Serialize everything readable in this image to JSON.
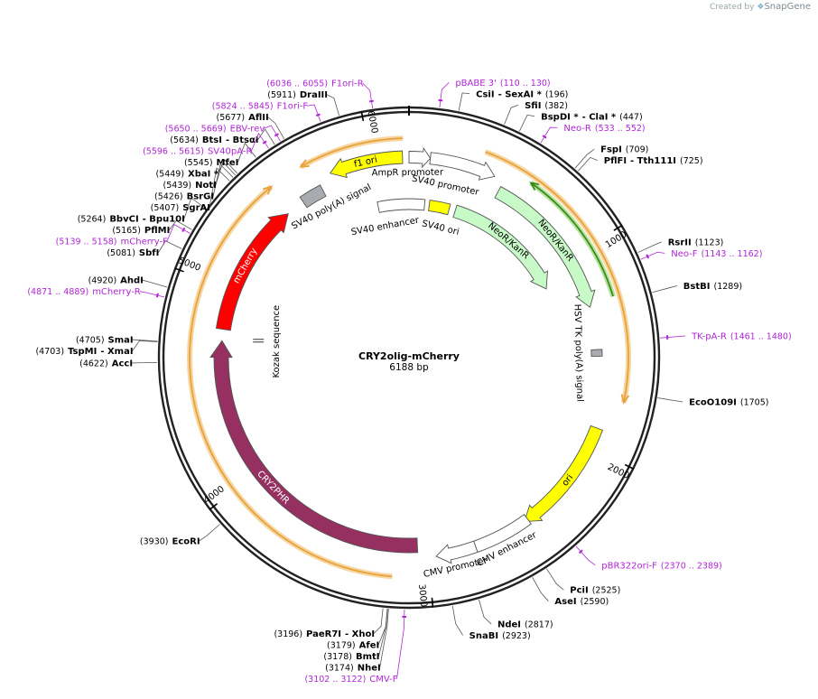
{
  "watermark": {
    "prefix": "Created by",
    "brand": "SnapGene"
  },
  "plasmid": {
    "name": "CRY2olig-mCherry",
    "size_label": "6188 bp",
    "length": 6188
  },
  "ticks": [
    {
      "pos": 1000,
      "label": "1000"
    },
    {
      "pos": 2000,
      "label": "2000"
    },
    {
      "pos": 3000,
      "label": "3000"
    },
    {
      "pos": 4000,
      "label": "4000"
    },
    {
      "pos": 5000,
      "label": "5000"
    },
    {
      "pos": 6000,
      "label": "6000"
    }
  ],
  "features": [
    {
      "id": "ampr-promoter",
      "label": "AmpR promoter",
      "start": 6188,
      "end": 105,
      "dir": 1,
      "r": 222,
      "w": 13,
      "color": "#ffffff",
      "stroke": "#555555",
      "text": "inside"
    },
    {
      "id": "sv40-promoter",
      "label": "SV40 promoter",
      "start": 105,
      "end": 435,
      "dir": 1,
      "r": 222,
      "w": 13,
      "color": "#ffffff",
      "stroke": "#555555",
      "text": "inside"
    },
    {
      "id": "neor-outer",
      "label": "NeoR/KanR",
      "start": 485,
      "end": 1280,
      "dir": 1,
      "r": 208,
      "w": 14,
      "color": "#c8fac8",
      "stroke": "#555555",
      "text": "on"
    },
    {
      "id": "sv40-enhancer",
      "label": "SV40 enhancer",
      "start": 5990,
      "end": 100,
      "dir": 0,
      "r": 170,
      "w": 12,
      "color": "#ffffff",
      "stroke": "#555555",
      "text": "none"
    },
    {
      "id": "sv40-ori",
      "label": "SV40 ori",
      "start": 130,
      "end": 260,
      "dir": 0,
      "r": 170,
      "w": 12,
      "color": "#ffff00",
      "stroke": "#555555",
      "text": "none"
    },
    {
      "id": "neor-inner",
      "label": "NeoR/KanR",
      "start": 300,
      "end": 1090,
      "dir": 1,
      "r": 170,
      "w": 14,
      "color": "#c8fac8",
      "stroke": "#555555",
      "text": "on"
    },
    {
      "id": "hsv-tk-polya",
      "label": "HSV TK poly(A) signal",
      "start": 1505,
      "end": 1540,
      "dir": 0,
      "r": 208,
      "w": 12,
      "color": "#a8acb0",
      "stroke": "#555555",
      "text": "none"
    },
    {
      "id": "ori",
      "label": "ori",
      "start": 1900,
      "end": 2490,
      "dir": 1,
      "r": 222,
      "w": 14,
      "color": "#ffff00",
      "stroke": "#555555",
      "text": "on"
    },
    {
      "id": "cmv-enhancer",
      "label": "CMV enhancer",
      "start": 2470,
      "end": 2760,
      "dir": 0,
      "r": 222,
      "w": 13,
      "color": "#ffffff",
      "stroke": "#555555",
      "text": "inside"
    },
    {
      "id": "cmv-promoter",
      "label": "CMV promoter",
      "start": 2760,
      "end": 2960,
      "dir": 1,
      "r": 222,
      "w": 13,
      "color": "#ffffff",
      "stroke": "#555555",
      "text": "inside"
    },
    {
      "id": "cry2phr",
      "label": "CRY2PHR",
      "start": 3050,
      "end": 4730,
      "dir": 1,
      "r": 208,
      "w": 16,
      "color": "#963060",
      "stroke": "#555555",
      "text": "on-white"
    },
    {
      "id": "mcherry",
      "label": "mCherry",
      "start": 4790,
      "end": 5500,
      "dir": 1,
      "r": 208,
      "w": 16,
      "color": "#ff0000",
      "stroke": "#555555",
      "text": "on-white"
    },
    {
      "id": "sv40-polya",
      "label": "SV40 poly(A) signal",
      "start": 5600,
      "end": 5720,
      "dir": 0,
      "r": 208,
      "w": 14,
      "color": "#a8acb0",
      "stroke": "#555555",
      "text": "none"
    },
    {
      "id": "f1-ori",
      "label": "f1 ori",
      "start": 5790,
      "end": 6156,
      "dir": -1,
      "r": 222,
      "w": 14,
      "color": "#ffff00",
      "stroke": "#555555",
      "text": "on"
    }
  ],
  "orfs": [
    {
      "id": "orf-neo-green",
      "start": 600,
      "end": 1260,
      "dir": -1,
      "r": 236,
      "color": "#3a8a1a"
    },
    {
      "id": "orf-big-right",
      "start": 350,
      "end": 1750,
      "dir": 1,
      "r": 243,
      "color": "#e8a23a"
    },
    {
      "id": "orf-big-left",
      "start": 3170,
      "end": 5520,
      "dir": 1,
      "r": 243,
      "color": "#e8a23a"
    },
    {
      "id": "orf-f1",
      "start": 5680,
      "end": 6160,
      "dir": -1,
      "r": 243,
      "color": "#e8a23a"
    }
  ],
  "kozak": {
    "label": "Kozak sequence",
    "pos": 4760
  },
  "inner_labels": [
    {
      "id": "lbl-ampr-promoter",
      "text": "AmpR promoter",
      "pos": 6180,
      "r": 205
    },
    {
      "id": "lbl-sv40-promoter",
      "text": "SV40 promoter",
      "pos": 205,
      "r": 195
    },
    {
      "id": "lbl-sv40-enhancer",
      "text": "SV40 enhancer",
      "pos": 6010,
      "r": 148
    },
    {
      "id": "lbl-sv40-ori",
      "text": "SV40 ori",
      "pos": 235,
      "r": 148
    },
    {
      "id": "lbl-sv40-polya",
      "text": "SV40 poly(A) signal",
      "pos": 5720,
      "r": 188
    },
    {
      "id": "lbl-hsv",
      "text": "HSV TK poly(A) signal",
      "pos": 1520,
      "r": 188
    },
    {
      "id": "lbl-cmv-enhancer",
      "text": "CMV enhancer",
      "pos": 2630,
      "r": 238
    },
    {
      "id": "lbl-cmv-promoter",
      "text": "CMV promoter",
      "pos": 2880,
      "r": 238
    }
  ],
  "sites": [
    {
      "id": "csii",
      "side": "R",
      "pos": 196,
      "name": "CsiI",
      "extra": "- SexAI *",
      "num": "(196)"
    },
    {
      "id": "sfii",
      "side": "R",
      "pos": 382,
      "name": "SfiI",
      "extra": "",
      "num": "(382)"
    },
    {
      "id": "bspdi",
      "side": "R",
      "pos": 447,
      "name": "BspDI *",
      "extra": "- ClaI *",
      "num": "(447)"
    },
    {
      "id": "fspi",
      "side": "R",
      "pos": 709,
      "name": "FspI",
      "extra": "",
      "num": "(709)"
    },
    {
      "id": "pflfi",
      "side": "R",
      "pos": 725,
      "name": "PflFI",
      "extra": "- Tth111I",
      "num": "(725)"
    },
    {
      "id": "rsrii",
      "side": "R",
      "pos": 1123,
      "name": "RsrII",
      "extra": "",
      "num": "(1123)"
    },
    {
      "id": "bstbi",
      "side": "R",
      "pos": 1289,
      "name": "BstBI",
      "extra": "",
      "num": "(1289)"
    },
    {
      "id": "ecoo109i",
      "side": "R",
      "pos": 1705,
      "name": "EcoO109I",
      "extra": "",
      "num": "(1705)"
    },
    {
      "id": "pcii",
      "side": "R",
      "pos": 2525,
      "name": "PciI",
      "extra": "",
      "num": "(2525)"
    },
    {
      "id": "asei",
      "side": "R",
      "pos": 2590,
      "name": "AseI",
      "extra": "",
      "num": "(2590)"
    },
    {
      "id": "ndei",
      "side": "R",
      "pos": 2817,
      "name": "NdeI",
      "extra": "",
      "num": "(2817)"
    },
    {
      "id": "snabi",
      "side": "R",
      "pos": 2923,
      "name": "SnaBI",
      "extra": "",
      "num": "(2923)"
    },
    {
      "id": "paer7i",
      "side": "L",
      "pos": 3196,
      "name": "PaeR7I",
      "extra": "- XhoI",
      "num": "(3196)"
    },
    {
      "id": "afei",
      "side": "L",
      "pos": 3179,
      "name": "AfeI",
      "extra": "",
      "num": "(3179)"
    },
    {
      "id": "bmti",
      "side": "L",
      "pos": 3178,
      "name": "BmtI",
      "extra": "",
      "num": "(3178)"
    },
    {
      "id": "nhei",
      "side": "L",
      "pos": 3174,
      "name": "NheI",
      "extra": "",
      "num": "(3174)"
    },
    {
      "id": "ecori",
      "side": "L",
      "pos": 3930,
      "name": "EcoRI",
      "extra": "",
      "num": "(3930)"
    },
    {
      "id": "acci",
      "side": "L",
      "pos": 4622,
      "name": "AccI",
      "extra": "",
      "num": "(4622)"
    },
    {
      "id": "tspmi",
      "side": "L",
      "pos": 4703,
      "name": "TspMI",
      "extra": "- XmaI",
      "num": "(4703)"
    },
    {
      "id": "smai",
      "side": "L",
      "pos": 4705,
      "name": "SmaI",
      "extra": "",
      "num": "(4705)"
    },
    {
      "id": "ahdi",
      "side": "L",
      "pos": 4920,
      "name": "AhdI",
      "extra": "",
      "num": "(4920)"
    },
    {
      "id": "sbfi",
      "side": "L",
      "pos": 5081,
      "name": "SbfI",
      "extra": "",
      "num": "(5081)"
    },
    {
      "id": "pflmi",
      "side": "L",
      "pos": 5165,
      "name": "PflMI",
      "extra": "",
      "num": "(5165)"
    },
    {
      "id": "bbvci",
      "side": "L",
      "pos": 5264,
      "name": "BbvCI",
      "extra": "- Bpu10I",
      "num": "(5264)"
    },
    {
      "id": "sgrai",
      "side": "L",
      "pos": 5407,
      "name": "SgrAI",
      "extra": "",
      "num": "(5407)"
    },
    {
      "id": "bsrgi",
      "side": "L",
      "pos": 5426,
      "name": "BsrGI",
      "extra": "",
      "num": "(5426)"
    },
    {
      "id": "noti",
      "side": "L",
      "pos": 5439,
      "name": "NotI",
      "extra": "",
      "num": "(5439)"
    },
    {
      "id": "xbai",
      "side": "L",
      "pos": 5449,
      "name": "XbaI *",
      "extra": "",
      "num": "(5449)"
    },
    {
      "id": "mfei",
      "side": "L",
      "pos": 5545,
      "name": "MfeI",
      "extra": "",
      "num": "(5545)"
    },
    {
      "id": "bsti",
      "side": "L",
      "pos": 5634,
      "name": "BtsI",
      "extra": "- BtsαI",
      "num": "(5634)"
    },
    {
      "id": "afiii",
      "side": "L",
      "pos": 5677,
      "name": "AflII",
      "extra": "",
      "num": "(5677)"
    },
    {
      "id": "draiii",
      "side": "L",
      "pos": 5911,
      "name": "DraIII",
      "extra": "",
      "num": "(5911)"
    }
  ],
  "primers": [
    {
      "id": "f1ori-r",
      "side": "L",
      "pos": 6045,
      "name": "F1ori-R",
      "num": "(6036 .. 6055)"
    },
    {
      "id": "pbabe3",
      "side": "R",
      "pos": 120,
      "name": "pBABE 3'",
      "num": "(110 .. 130)"
    },
    {
      "id": "f1ori-f",
      "side": "L",
      "pos": 5835,
      "name": "F1ori-F",
      "num": "(5824 .. 5845)"
    },
    {
      "id": "ebv-rev",
      "side": "L",
      "pos": 5660,
      "name": "EBV-rev",
      "num": "(5650 .. 5669)"
    },
    {
      "id": "sv40pa-r",
      "side": "L",
      "pos": 5606,
      "name": "SV40pA-R",
      "num": "(5596 .. 5615)"
    },
    {
      "id": "neo-r",
      "side": "R",
      "pos": 542,
      "name": "Neo-R",
      "num": "(533 .. 552)"
    },
    {
      "id": "neo-f",
      "side": "R",
      "pos": 1152,
      "name": "Neo-F",
      "num": "(1143 .. 1162)"
    },
    {
      "id": "tk-pa-r",
      "side": "R",
      "pos": 1470,
      "name": "TK-pA-R",
      "num": "(1461 .. 1480)"
    },
    {
      "id": "pbr322ori-f",
      "side": "R",
      "pos": 2380,
      "name": "pBR322ori-F",
      "num": "(2370 .. 2389)"
    },
    {
      "id": "cmv-f",
      "side": "L",
      "pos": 3112,
      "name": "CMV-F",
      "num": "(3102 .. 3122)"
    },
    {
      "id": "mcherry-f",
      "side": "L",
      "pos": 5149,
      "name": "mCherry-F",
      "num": "(5139 .. 5158)"
    },
    {
      "id": "mcherry-r",
      "side": "L",
      "pos": 4880,
      "name": "mCherry-R",
      "num": "(4871 .. 4889)"
    }
  ]
}
